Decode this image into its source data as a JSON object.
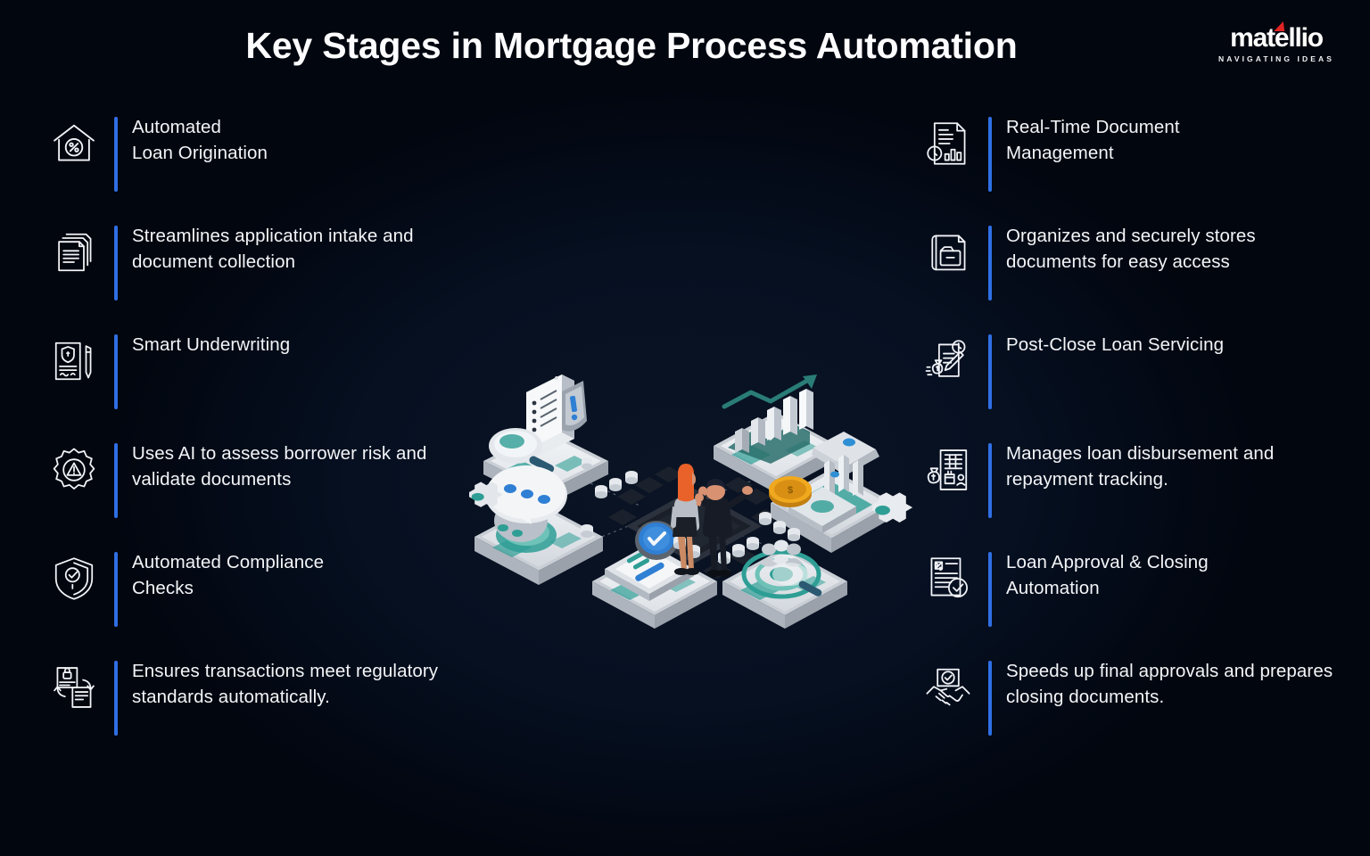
{
  "header": {
    "title": "Key Stages in Mortgage Process Automation",
    "logo_word": "matellio",
    "logo_tagline": "NAVIGATING IDEAS"
  },
  "theme": {
    "background": "#02060f",
    "accent_blue": "#2f6fe4",
    "text": "#f3f5f8",
    "logo_red": "#e02424",
    "illustration_teal": "#2e9e95",
    "illustration_blue": "#2f7fd4",
    "illustration_gold": "#f0a81e"
  },
  "left_column": [
    {
      "icon": "house-percent-icon",
      "text": "Automated\nLoan Origination"
    },
    {
      "icon": "stacked-documents-icon",
      "text": "Streamlines application intake and document collection"
    },
    {
      "icon": "document-shield-pen-icon",
      "text": "Smart Underwriting"
    },
    {
      "icon": "gear-warning-icon",
      "text": "Uses AI to assess borrower risk and validate documents"
    },
    {
      "icon": "shield-check-icon",
      "text": "Automated Compliance\nChecks"
    },
    {
      "icon": "document-exchange-icon",
      "text": "Ensures transactions meet regulatory standards automatically."
    }
  ],
  "right_column": [
    {
      "icon": "document-clock-chart-icon",
      "text": "Real-Time Document\nManagement"
    },
    {
      "icon": "file-archive-icon",
      "text": "Organizes and securely stores documents for easy access"
    },
    {
      "icon": "money-document-clock-icon",
      "text": "Post-Close Loan Servicing"
    },
    {
      "icon": "ledger-money-icon",
      "text": "Manages loan disbursement and repayment tracking."
    },
    {
      "icon": "document-approved-icon",
      "text": "Loan Approval & Closing\nAutomation"
    },
    {
      "icon": "handshake-approved-icon",
      "text": "Speeds up final approvals and prepares closing documents."
    }
  ],
  "illustration": {
    "name": "isometric-mortgage-automation-illustration",
    "description": "Two business people standing on a CPU chip platform surrounded by six isometric tiles connected by dotted lines",
    "tiles": [
      {
        "name": "document-review-tile",
        "items": [
          "checklist document",
          "magnifying glass",
          "alert shield"
        ]
      },
      {
        "name": "chat-bubble-tile",
        "items": [
          "speech bubble",
          "three dots"
        ]
      },
      {
        "name": "form-approval-tile",
        "items": [
          "tablet form",
          "check badge"
        ]
      },
      {
        "name": "growth-chart-tile",
        "items": [
          "bar chart",
          "upward arrow"
        ]
      },
      {
        "name": "bank-finance-tile",
        "items": [
          "bank building",
          "gold coin",
          "cash stack"
        ]
      },
      {
        "name": "audience-target-tile",
        "items": [
          "target rings",
          "user group",
          "magnifying glass"
        ]
      }
    ],
    "figures": [
      {
        "name": "woman-figure",
        "hair": "#e8622a",
        "top": "#b9bec6",
        "skirt": "#1b1f28"
      },
      {
        "name": "man-figure",
        "hair": "#1b2030",
        "suit": "#161b26"
      }
    ],
    "gears": 2
  }
}
